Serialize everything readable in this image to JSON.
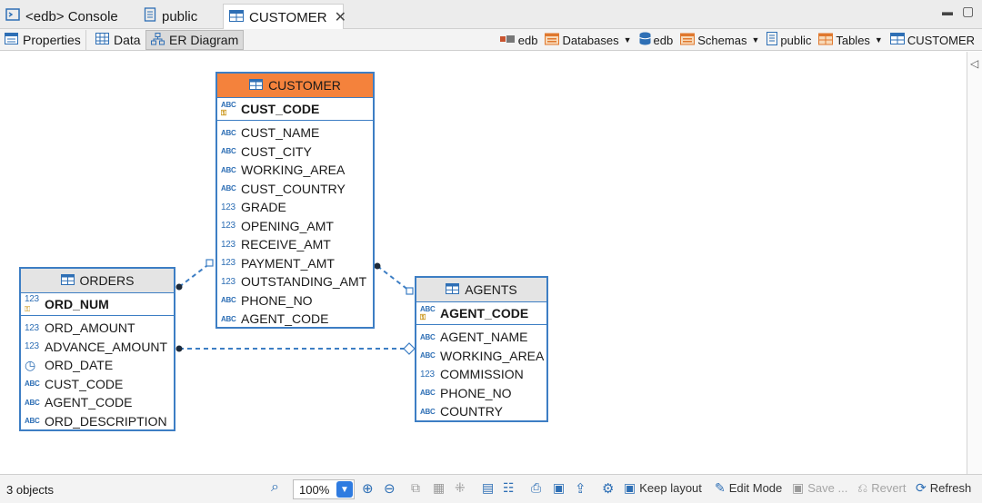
{
  "editor_tabs": [
    {
      "label": "<edb> Console",
      "icon": "console-icon"
    },
    {
      "label": "public",
      "icon": "schema-icon"
    },
    {
      "label": "CUSTOMER",
      "icon": "table-icon",
      "active": true
    }
  ],
  "sub_tabs": [
    {
      "label": "Properties",
      "icon": "properties-icon"
    },
    {
      "label": "Data",
      "icon": "data-icon"
    },
    {
      "label": "ER Diagram",
      "icon": "er-diagram-icon",
      "active": true
    }
  ],
  "breadcrumb": [
    {
      "label": "edb",
      "icon": "connection-icon"
    },
    {
      "label": "Databases",
      "icon": "folder-icon",
      "dropdown": true
    },
    {
      "label": "edb",
      "icon": "database-icon"
    },
    {
      "label": "Schemas",
      "icon": "folder-icon",
      "dropdown": true
    },
    {
      "label": "public",
      "icon": "schema-icon"
    },
    {
      "label": "Tables",
      "icon": "folder-icon",
      "dropdown": true
    },
    {
      "label": "CUSTOMER",
      "icon": "table-icon"
    }
  ],
  "entities": {
    "customer": {
      "name": "CUSTOMER",
      "pk": {
        "name": "CUST_CODE",
        "type": "ABC"
      },
      "columns": [
        {
          "name": "CUST_NAME",
          "type": "ABC"
        },
        {
          "name": "CUST_CITY",
          "type": "ABC"
        },
        {
          "name": "WORKING_AREA",
          "type": "ABC"
        },
        {
          "name": "CUST_COUNTRY",
          "type": "ABC"
        },
        {
          "name": "GRADE",
          "type": "123"
        },
        {
          "name": "OPENING_AMT",
          "type": "123"
        },
        {
          "name": "RECEIVE_AMT",
          "type": "123"
        },
        {
          "name": "PAYMENT_AMT",
          "type": "123"
        },
        {
          "name": "OUTSTANDING_AMT",
          "type": "123"
        },
        {
          "name": "PHONE_NO",
          "type": "ABC"
        },
        {
          "name": "AGENT_CODE",
          "type": "ABC"
        }
      ]
    },
    "orders": {
      "name": "ORDERS",
      "pk": {
        "name": "ORD_NUM",
        "type": "123"
      },
      "columns": [
        {
          "name": "ORD_AMOUNT",
          "type": "123"
        },
        {
          "name": "ADVANCE_AMOUNT",
          "type": "123"
        },
        {
          "name": "ORD_DATE",
          "type": "clock"
        },
        {
          "name": "CUST_CODE",
          "type": "ABC"
        },
        {
          "name": "AGENT_CODE",
          "type": "ABC"
        },
        {
          "name": "ORD_DESCRIPTION",
          "type": "ABC"
        }
      ]
    },
    "agents": {
      "name": "AGENTS",
      "pk": {
        "name": "AGENT_CODE",
        "type": "ABC"
      },
      "columns": [
        {
          "name": "AGENT_NAME",
          "type": "ABC"
        },
        {
          "name": "WORKING_AREA",
          "type": "ABC"
        },
        {
          "name": "COMMISSION",
          "type": "123"
        },
        {
          "name": "PHONE_NO",
          "type": "ABC"
        },
        {
          "name": "COUNTRY",
          "type": "ABC"
        }
      ]
    }
  },
  "status": {
    "object_count": "3 objects",
    "zoom": "100%",
    "keep_layout": "Keep layout",
    "edit_mode": "Edit Mode",
    "save": "Save ...",
    "revert": "Revert",
    "refresh": "Refresh"
  },
  "colors": {
    "accent": "#2e6fb5",
    "entity_border": "#3d7ec4",
    "selected_header": "#f4823c",
    "header_gray": "#e4e4e4"
  }
}
